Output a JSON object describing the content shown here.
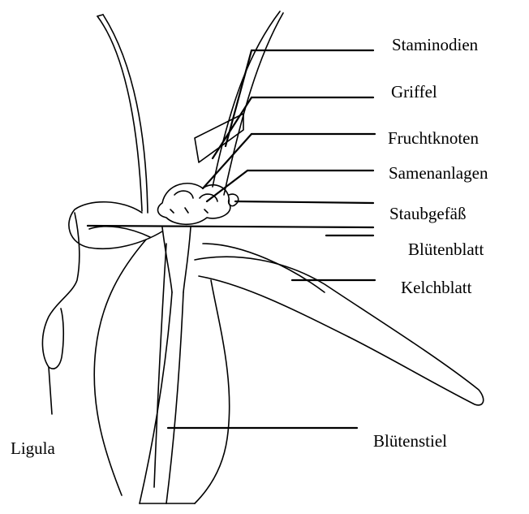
{
  "labels": {
    "staminodien": "Staminodien",
    "griffel": "Griffel",
    "fruchtknoten": "Fruchtknoten",
    "samenanlagen": "Samenanlagen",
    "staubgefass": "Staubgefäß",
    "bluetenblatt": "Blütenblatt",
    "kelchblatt": "Kelchblatt",
    "ligula": "Ligula",
    "bluetenstiel": "Blütenstiel"
  }
}
